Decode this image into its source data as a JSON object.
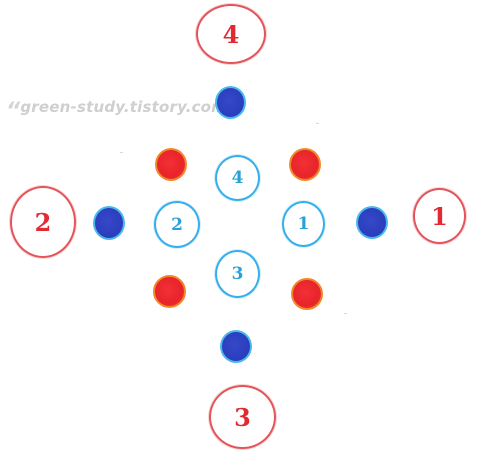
{
  "watermark": {
    "open_quote": "“",
    "text": "green-study.tistory.com",
    "close_quote": "”"
  },
  "outer_labels": [
    "1",
    "2",
    "3",
    "4"
  ],
  "inner_labels": [
    "1",
    "2",
    "3",
    "4"
  ],
  "colors": {
    "outer_ring": "#e3545a",
    "outer_label": "#e12a32",
    "inner_ring": "#37aeea",
    "inner_label": "#2aa0d8",
    "red_dot": "#e8242a",
    "blue_dot": "#2a3dbd"
  }
}
